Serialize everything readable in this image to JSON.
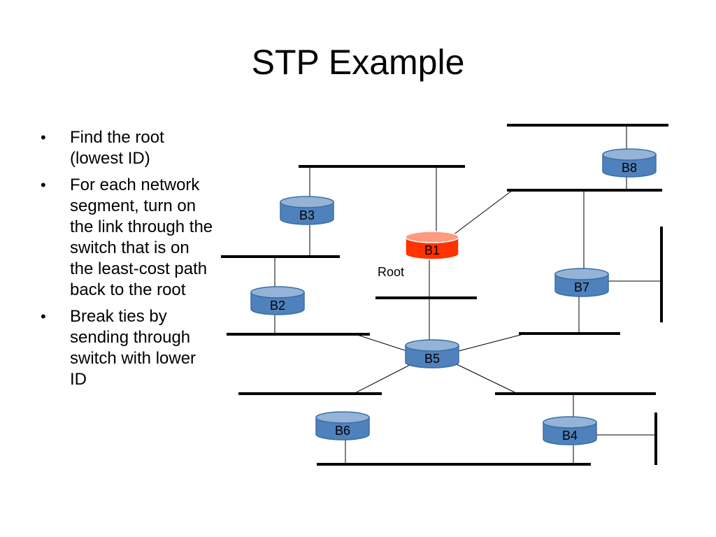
{
  "slide": {
    "title": "STP Example",
    "bullets": [
      "Find the root (lowest ID)",
      "For each network segment, turn on the link through the switch that is on the least-cost path back to the root",
      "Break ties by sending through switch with lower ID"
    ]
  },
  "diagram": {
    "root_label": "Root",
    "colors": {
      "bridge_fill": "#4f81bd",
      "bridge_top": "#95b3d7",
      "root_fill": "#ff3300",
      "root_top": "#ff9980",
      "line": "#000000"
    },
    "bridges": [
      {
        "id": "B1",
        "label": "B1",
        "is_root": true
      },
      {
        "id": "B2",
        "label": "B2",
        "is_root": false
      },
      {
        "id": "B3",
        "label": "B3",
        "is_root": false
      },
      {
        "id": "B4",
        "label": "B4",
        "is_root": false
      },
      {
        "id": "B5",
        "label": "B5",
        "is_root": false
      },
      {
        "id": "B6",
        "label": "B6",
        "is_root": false
      },
      {
        "id": "B7",
        "label": "B7",
        "is_root": false
      },
      {
        "id": "B8",
        "label": "B8",
        "is_root": false
      }
    ]
  }
}
